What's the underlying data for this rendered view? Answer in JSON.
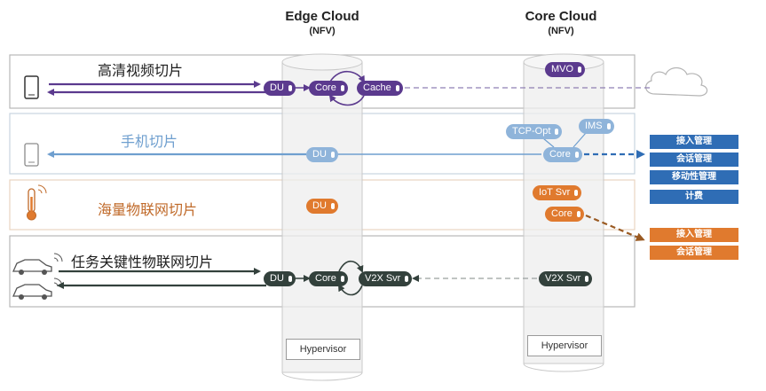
{
  "headers": {
    "edge_title": "Edge Cloud",
    "edge_subtitle": "(NFV)",
    "core_title": "Core Cloud",
    "core_subtitle": "(NFV)"
  },
  "slices": [
    {
      "label": "高清视频切片",
      "device_icon": "phone-icon",
      "color": "#5b3a8e",
      "edge_nodes": [
        "DU",
        "Core",
        "Cache"
      ],
      "core_nodes": [
        "MVO"
      ],
      "external": "cloud-icon"
    },
    {
      "label": "手机切片",
      "device_icon": "phone-icon",
      "color": "#6f9fcf",
      "edge_nodes": [
        "DU"
      ],
      "core_nodes": [
        "TCP-Opt",
        "IMS",
        "Core"
      ],
      "management": [
        "接入管理",
        "会话管理",
        "移动性管理",
        "计费"
      ]
    },
    {
      "label": "海量物联网切片",
      "device_icon": "thermometer-icon",
      "color": "#e07a2e",
      "edge_nodes": [
        "DU"
      ],
      "core_nodes": [
        "IoT Svr",
        "Core"
      ],
      "management": [
        "接入管理",
        "会话管理"
      ]
    },
    {
      "label": "任务关键性物联网切片",
      "device_icon": "car-icon",
      "color": "#33413c",
      "edge_nodes": [
        "DU",
        "Core",
        "V2X Svr"
      ],
      "core_nodes": [
        "V2X Svr"
      ]
    }
  ],
  "hypervisor": {
    "edge_label": "Hypervisor",
    "core_label": "Hypervisor"
  },
  "colors": {
    "video": "#5b3a8e",
    "mobile": "#6f9fcf",
    "mobile_mgmt": "#2f6db5",
    "iot": "#e07a2e",
    "critical": "#33413c",
    "slice_border": "#b8b8b8",
    "cylinder": "#eeeeee"
  }
}
